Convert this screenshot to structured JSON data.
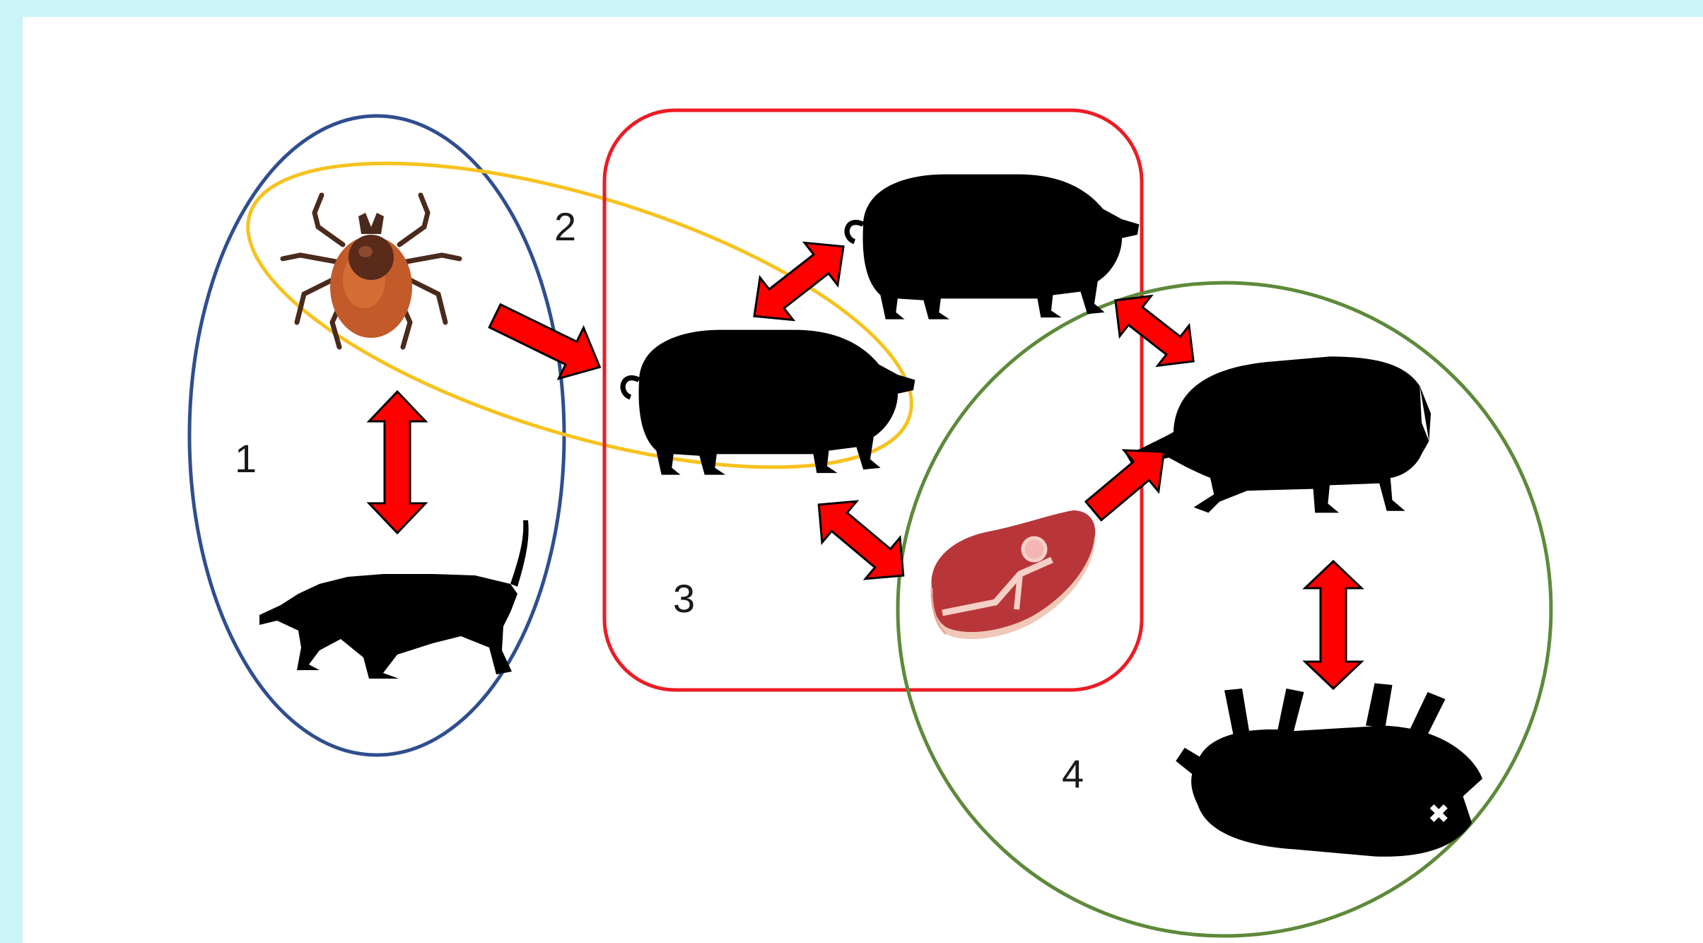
{
  "diagram": {
    "cycles": [
      {
        "label": "1",
        "color": "#2f4e8f",
        "shape": "ellipse"
      },
      {
        "label": "2",
        "color": "#f7c21e",
        "shape": "ellipse"
      },
      {
        "label": "3",
        "color": "#ec1c24",
        "shape": "rounded-rectangle"
      },
      {
        "label": "4",
        "color": "#5d8a3a",
        "shape": "circle"
      }
    ],
    "nodes": [
      {
        "id": "tick",
        "icon": "tick-icon"
      },
      {
        "id": "warthog",
        "icon": "warthog-icon"
      },
      {
        "id": "domestic-pig-top",
        "icon": "pig-icon"
      },
      {
        "id": "domestic-pig-middle",
        "icon": "pig-icon"
      },
      {
        "id": "pork-meat",
        "icon": "meat-icon"
      },
      {
        "id": "wild-boar",
        "icon": "wild-boar-icon"
      },
      {
        "id": "boar-carcass",
        "icon": "carcass-icon"
      }
    ],
    "arrow_color": "#ff0000",
    "arrow_outline": "#000000"
  }
}
